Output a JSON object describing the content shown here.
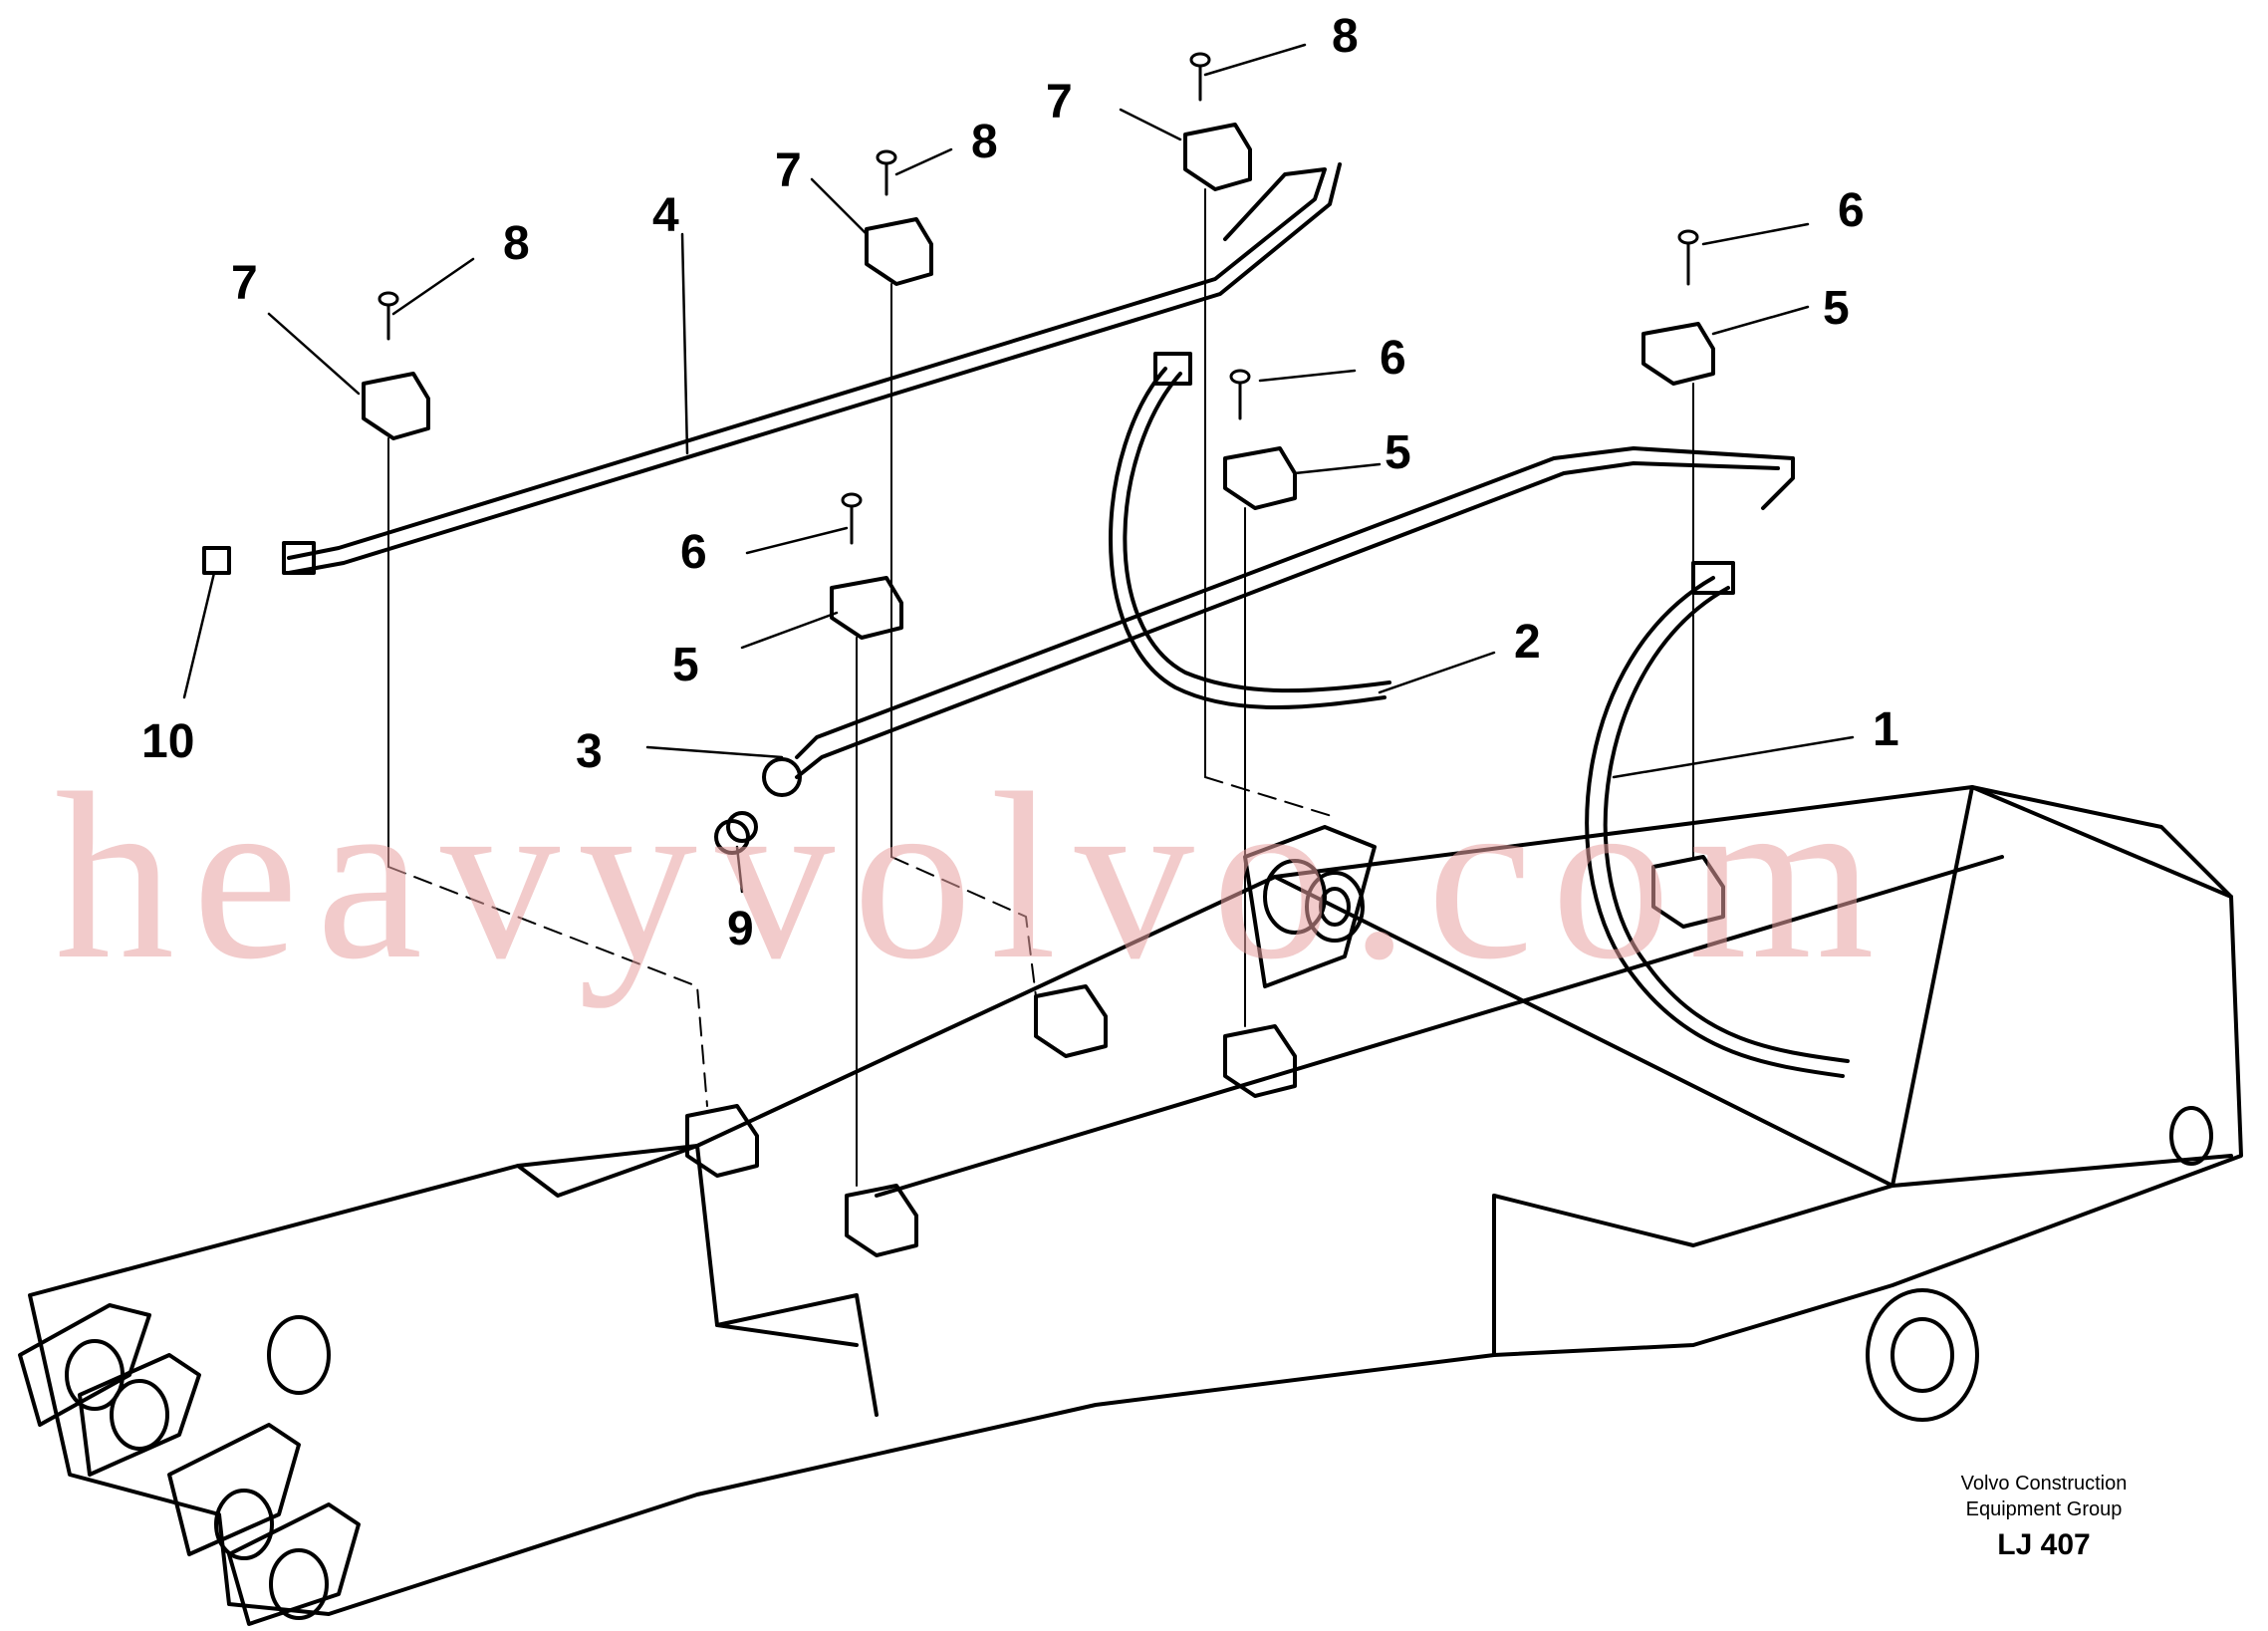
{
  "callouts": [
    "1",
    "2",
    "3",
    "4",
    "5",
    "6",
    "7",
    "8",
    "9",
    "10"
  ],
  "watermark": "heavyvolvo.com",
  "caption": {
    "company_line1": "Volvo Construction",
    "company_line2": "Equipment Group",
    "code": "LJ 407"
  },
  "colors": {
    "line": "#000000",
    "watermark": "#e8a0a0",
    "background": "#ffffff"
  }
}
